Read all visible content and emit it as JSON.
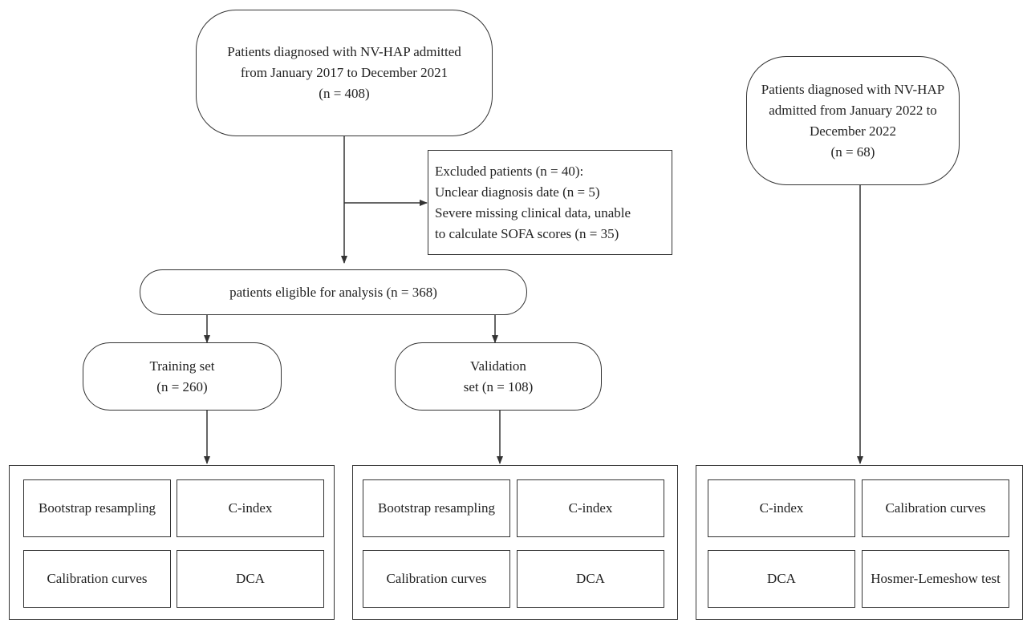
{
  "source_box": {
    "lines": [
      "Patients diagnosed with NV-HAP admitted",
      "from January 2017 to December 2021",
      "(n = 408)"
    ]
  },
  "external_box": {
    "lines": [
      "Patients diagnosed with NV-HAP",
      "admitted from January 2022 to",
      "December 2022",
      "(n = 68)"
    ]
  },
  "excluded_box": {
    "lines": [
      "Excluded patients (n = 40):",
      "Unclear diagnosis date (n = 5)",
      "Severe missing clinical data, unable",
      "to calculate  SOFA scores (n = 35)"
    ]
  },
  "eligible_box": {
    "label": "patients eligible for analysis  (n = 368)"
  },
  "training_box": {
    "lines": [
      "Training set",
      "(n = 260)"
    ]
  },
  "validation_box": {
    "lines": [
      "Validation",
      "set  (n = 108)"
    ]
  },
  "training_methods": {
    "cells": [
      "Bootstrap resampling",
      "C-index",
      "Calibration curves",
      "DCA"
    ]
  },
  "validation_methods": {
    "cells": [
      "Bootstrap resampling",
      "C-index",
      "Calibration curves",
      "DCA"
    ]
  },
  "external_methods": {
    "cells": [
      "C-index",
      "Calibration curves",
      "DCA",
      "Hosmer-Lemeshow test"
    ]
  }
}
